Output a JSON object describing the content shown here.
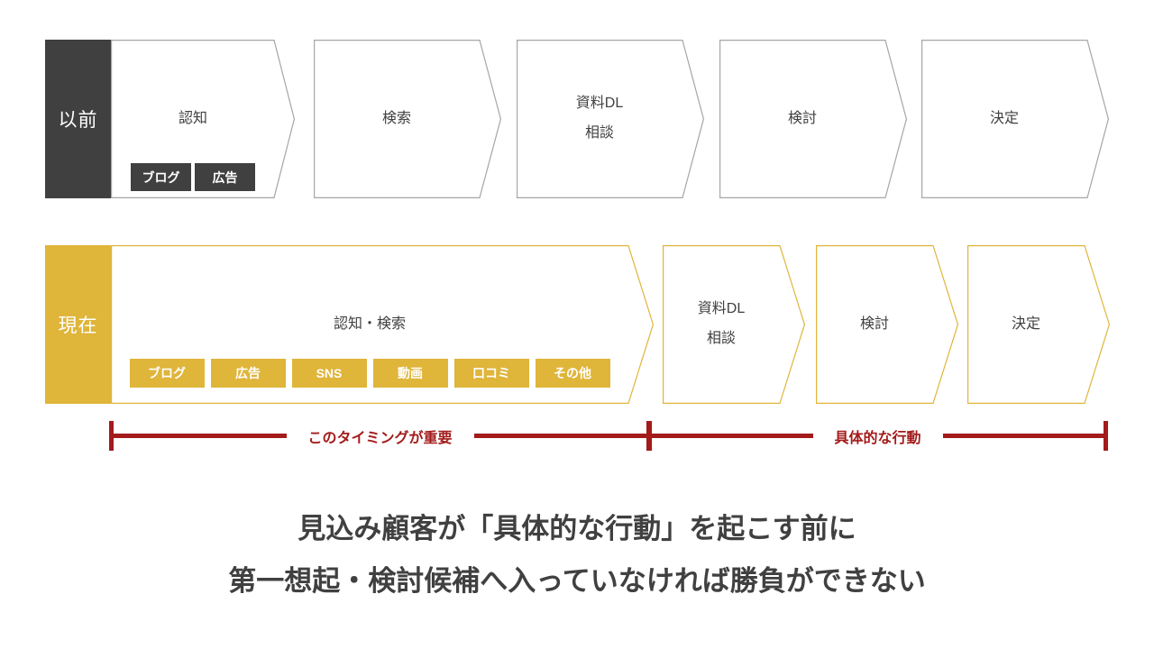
{
  "colors": {
    "dark": "#404040",
    "gold": "#DFB53A",
    "red": "#A31B1B",
    "border_gray": "#A6A6A6",
    "white": "#FFFFFF"
  },
  "rows": [
    {
      "label": "以前",
      "stages": [
        {
          "title": "認知",
          "tags": [
            "ブログ",
            "広告"
          ]
        },
        {
          "title": "検索"
        },
        {
          "lines": [
            "資料DL",
            "相談"
          ]
        },
        {
          "title": "検討"
        },
        {
          "title": "決定"
        }
      ]
    },
    {
      "label": "現在",
      "stages": [
        {
          "title": "認知・検索",
          "tags": [
            "ブログ",
            "広告",
            "SNS",
            "動画",
            "口コミ",
            "その他"
          ]
        },
        {
          "lines": [
            "資料DL",
            "相談"
          ]
        },
        {
          "title": "検討"
        },
        {
          "title": "決定"
        }
      ]
    }
  ],
  "brackets": [
    {
      "label": "このタイミングが重要"
    },
    {
      "label": "具体的な行動"
    }
  ],
  "headline": {
    "line1": "見込み顧客が「具体的な行動」を起こす前に",
    "line2": "第一想起・検討候補へ入っていなければ勝負ができない"
  }
}
